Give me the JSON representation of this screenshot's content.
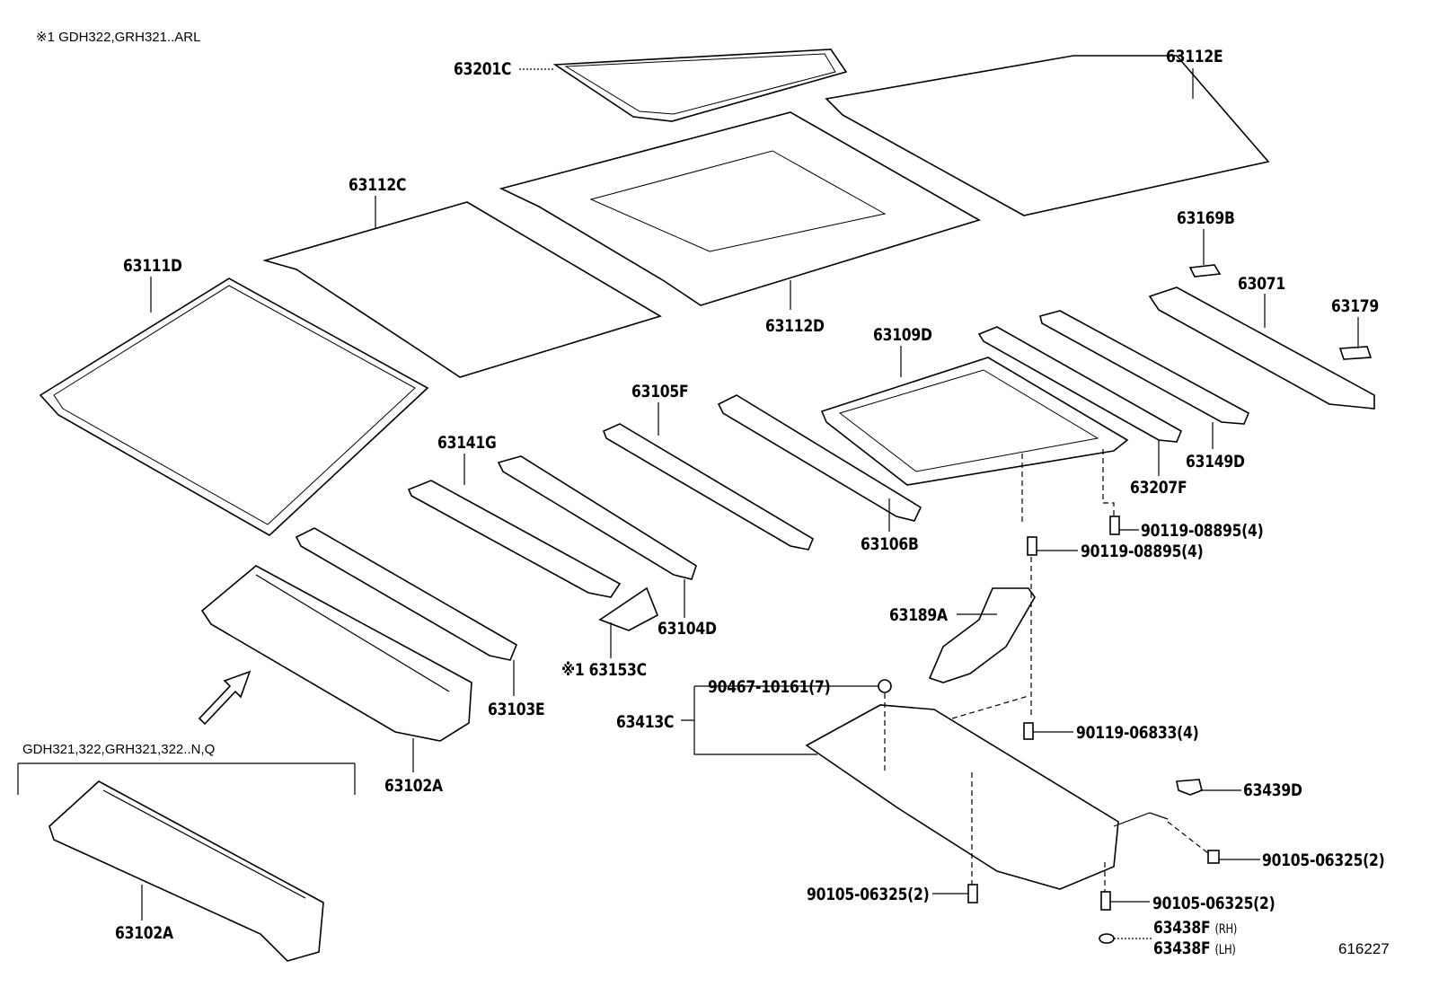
{
  "notes": {
    "footnote": "※1 GDH322,GRH321..ARL",
    "variant_bracket": "GDH321,322,GRH321,322..N,Q",
    "diagram_id": "616227"
  },
  "labels": {
    "p63201C": "63201C",
    "p63112E": "63112E",
    "p63112C": "63112C",
    "p63111D": "63111D",
    "p63169B": "63169B",
    "p63071": "63071",
    "p63179": "63179",
    "p63112D": "63112D",
    "p63109D": "63109D",
    "p63105F": "63105F",
    "p63141G": "63141G",
    "p63149D": "63149D",
    "p63207F": "63207F",
    "bolt_08895_a": "90119-08895(4)",
    "p63106B": "63106B",
    "bolt_08895_b": "90119-08895(4)",
    "p63189A": "63189A",
    "p63104D": "63104D",
    "p63153C": "※1 63153C",
    "clip_10161": "90467-10161(7)",
    "p63413C": "63413C",
    "p63103E": "63103E",
    "bolt_06833": "90119-06833(4)",
    "p63102A": "63102A",
    "p63439D": "63439D",
    "bolt_06325_right": "90105-06325(2)",
    "bolt_06325_left": "90105-06325(2)",
    "bolt_06325_mid": "90105-06325(2)",
    "p63438F_rh": "63438F",
    "p63438F_rh_side": "(RH)",
    "p63438F_lh": "63438F",
    "p63438F_lh_side": "(LH)",
    "p63102A_alt": "63102A"
  }
}
